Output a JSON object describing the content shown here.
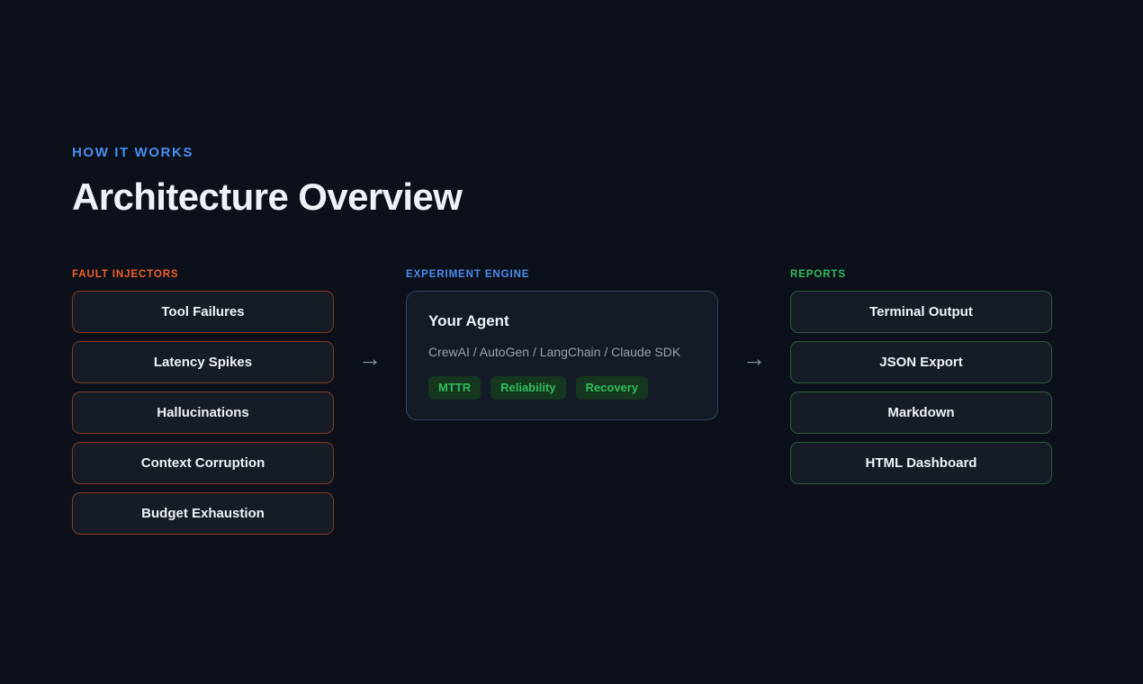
{
  "header": {
    "eyebrow": "HOW IT WORKS",
    "title": "Architecture Overview"
  },
  "colors": {
    "background": "#0c101a",
    "fault_accent": "#f25f2a",
    "engine_accent": "#4a8cf0",
    "reports_accent": "#2fbf5c",
    "card_background": "#161c26",
    "fault_border": "#7d3b20",
    "reports_border": "#2d5a3a",
    "engine_border": "#2f4763",
    "badge_background": "#15361f",
    "text_primary": "#eef1f7",
    "text_muted": "#97a1b0",
    "arrow": "#8c97a8"
  },
  "columns": {
    "faults": {
      "label": "FAULT INJECTORS",
      "items": [
        {
          "label": "Tool Failures"
        },
        {
          "label": "Latency Spikes"
        },
        {
          "label": "Hallucinations"
        },
        {
          "label": "Context Corruption"
        },
        {
          "label": "Budget Exhaustion"
        }
      ]
    },
    "engine": {
      "label": "EXPERIMENT ENGINE",
      "panel": {
        "title": "Your Agent",
        "subtitle": "CrewAI / AutoGen / LangChain / Claude SDK",
        "badges": [
          {
            "label": "MTTR"
          },
          {
            "label": "Reliability"
          },
          {
            "label": "Recovery"
          }
        ]
      }
    },
    "reports": {
      "label": "REPORTS",
      "items": [
        {
          "label": "Terminal Output"
        },
        {
          "label": "JSON Export"
        },
        {
          "label": "Markdown"
        },
        {
          "label": "HTML Dashboard"
        }
      ]
    }
  },
  "arrows": {
    "glyph": "→",
    "first_name": "arrow-faults-to-engine",
    "second_name": "arrow-engine-to-reports"
  }
}
